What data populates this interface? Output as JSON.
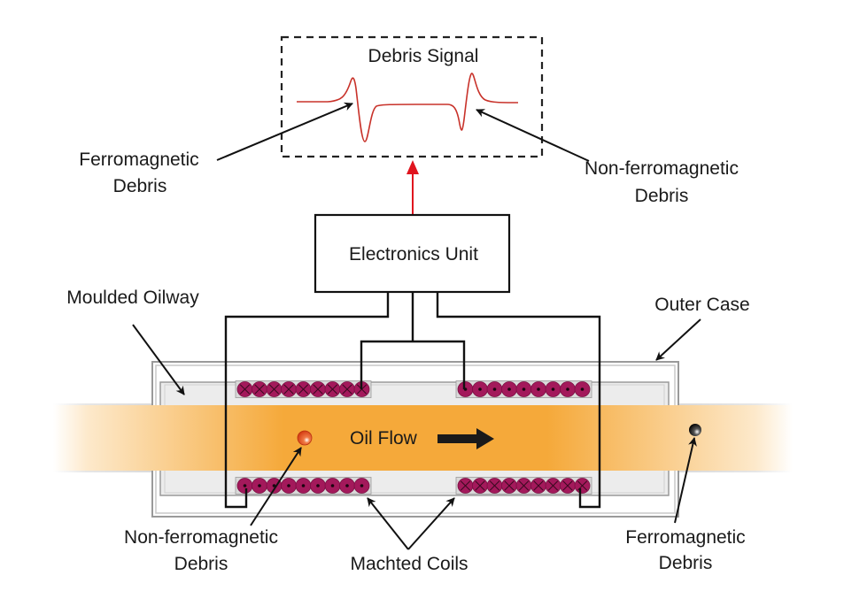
{
  "diagram": {
    "title": "Debris Signal",
    "signal_box": {
      "title": "Debris Signal"
    },
    "electronics_unit": {
      "label": "Electronics Unit"
    },
    "flow_label": "Oil Flow",
    "labels": {
      "ferro_top_line1": "Ferromagnetic",
      "ferro_top_line2": "Debris",
      "nonferro_top_line1": "Non-ferromagnetic",
      "nonferro_top_line2": "Debris",
      "moulded_oilway": "Moulded Oilway",
      "outer_case": "Outer Case",
      "nonferro_bottom_line1": "Non-ferromagnetic",
      "nonferro_bottom_line2": "Debris",
      "matched_coils": "Machted Coils",
      "ferro_bottom_line1": "Ferromagnetic",
      "ferro_bottom_line2": "Debris"
    },
    "colors": {
      "oil": "#f5a93a",
      "coil": "#a3195b",
      "signal": "#c8322a",
      "arrow_red": "#e0141e",
      "case": "#9a9a9a",
      "oilway_fill": "#ececec",
      "nonferro_particle": "#e2461c",
      "ferro_particle": "#111111"
    },
    "coils": {
      "upper_left": {
        "turns": 9,
        "symbol": "cross"
      },
      "upper_right": {
        "turns": 9,
        "symbol": "dot"
      },
      "lower_left": {
        "turns": 9,
        "symbol": "dot"
      },
      "lower_right": {
        "turns": 9,
        "symbol": "cross"
      }
    }
  }
}
